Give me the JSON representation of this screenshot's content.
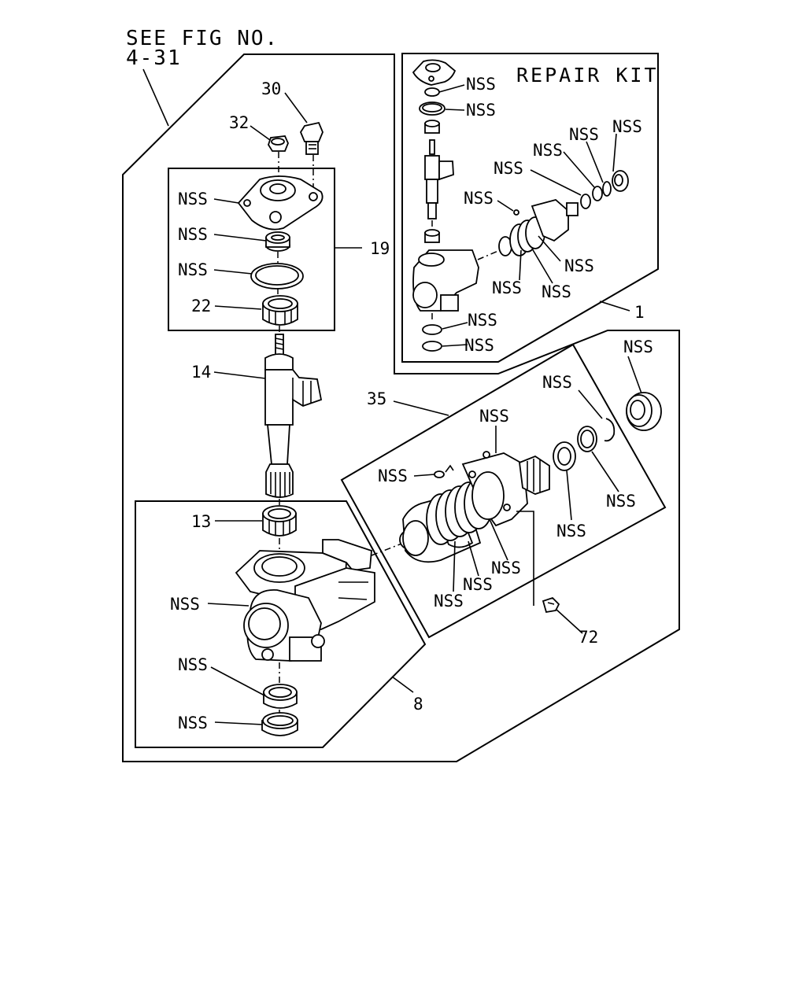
{
  "header": {
    "see_fig_line1": "SEE FIG NO.",
    "see_fig_line2": "4-31"
  },
  "repair_kit": {
    "title": "REPAIR KIT",
    "ref": "1"
  },
  "labels": {
    "cover_bolt": "30",
    "cover_nut": "32",
    "cover_assembly_ref": "19",
    "cover_bearing": "22",
    "sector_shaft": "14",
    "needle_bearing": "13",
    "housing_assembly_ref": "8",
    "valve_assembly_ref": "35",
    "plug_bolt": "72",
    "nss": "NSS"
  }
}
